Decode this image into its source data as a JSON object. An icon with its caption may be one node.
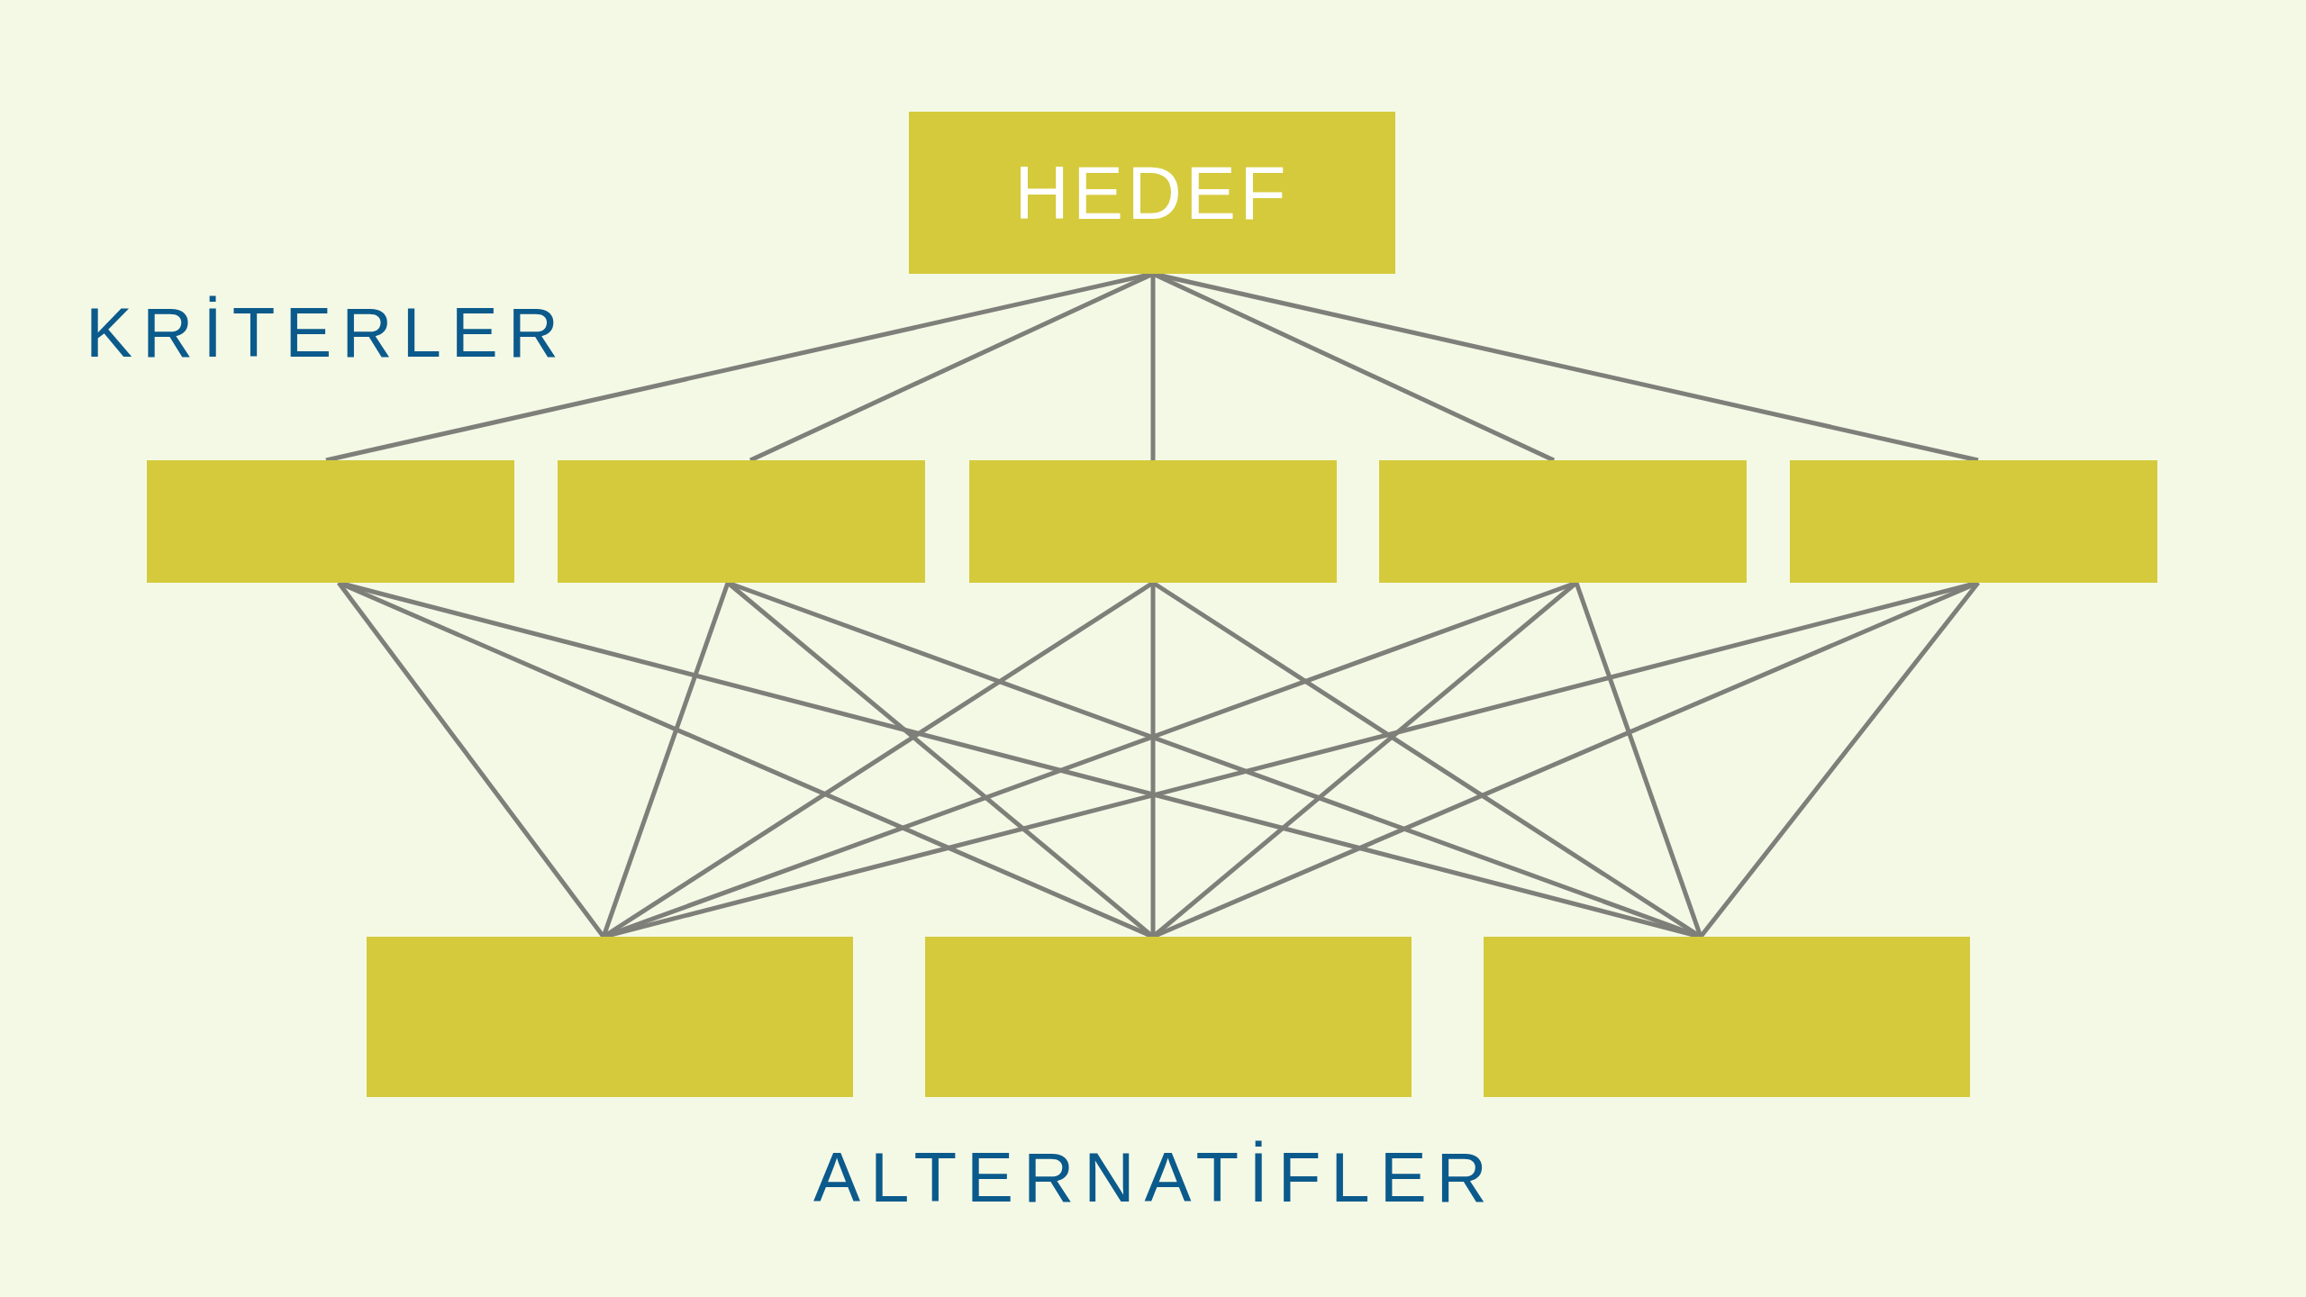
{
  "diagram": {
    "nodes": [
      {
        "text": [
          "HEDEF"
        ]
      },
      {
        "text": [],
        "shape": "box"
      },
      {
        "text": [],
        "shape": "box"
      },
      {
        "text": [],
        "shape": "box"
      },
      {
        "text": [],
        "shape": "box"
      },
      {
        "text": [],
        "shape": "box"
      },
      {
        "text": [],
        "shape": "box"
      },
      {
        "text": [],
        "shape": "box"
      },
      {
        "text": [],
        "shape": "box"
      }
    ],
    "edges": [
      {
        "from": 0,
        "to": 1,
        "arrow": "none"
      },
      {
        "from": 0,
        "to": 2,
        "arrow": "none"
      },
      {
        "from": 0,
        "to": 3,
        "arrow": "none"
      },
      {
        "from": 0,
        "to": 4,
        "arrow": "none"
      },
      {
        "from": 0,
        "to": 5,
        "arrow": "none"
      },
      {
        "from": 1,
        "to": 6,
        "arrow": "none"
      },
      {
        "from": 1,
        "to": 7,
        "arrow": "none"
      },
      {
        "from": 1,
        "to": 8,
        "arrow": "none"
      },
      {
        "from": 2,
        "to": 6,
        "arrow": "none"
      },
      {
        "from": 2,
        "to": 7,
        "arrow": "none"
      },
      {
        "from": 2,
        "to": 8,
        "arrow": "none"
      },
      {
        "from": 3,
        "to": 6,
        "arrow": "none"
      },
      {
        "from": 3,
        "to": 7,
        "arrow": "none"
      },
      {
        "from": 3,
        "to": 8,
        "arrow": "none"
      },
      {
        "from": 4,
        "to": 6,
        "arrow": "none"
      },
      {
        "from": 4,
        "to": 7,
        "arrow": "none"
      },
      {
        "from": 4,
        "to": 8,
        "arrow": "none"
      },
      {
        "from": 5,
        "to": 6,
        "arrow": "none"
      },
      {
        "from": 5,
        "to": 7,
        "arrow": "none"
      },
      {
        "from": 5,
        "to": 8,
        "arrow": "none"
      }
    ],
    "labels": [
      "KRİTERLER",
      "ALTERNATİFLER"
    ]
  }
}
